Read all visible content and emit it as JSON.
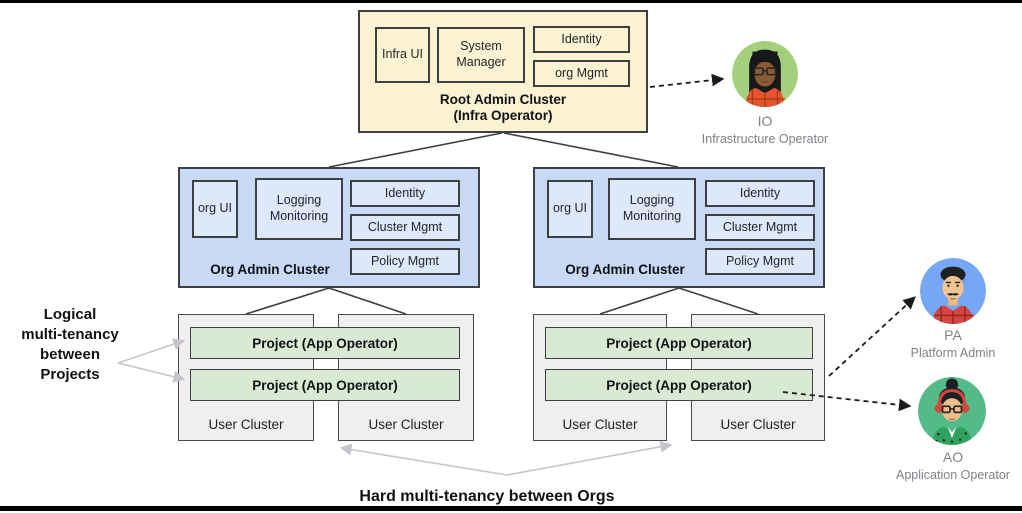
{
  "colors": {
    "root_cluster_fill": "#fbf2d2",
    "org_cluster_fill": "#c7d9f4",
    "org_component_fill": "#dee8fb",
    "project_fill": "#d9ead3",
    "user_cluster_fill": "#efefef",
    "io_avatar_bg": "#a4cf7c",
    "pa_avatar_bg": "#76a7f5",
    "ao_avatar_bg": "#53ba88",
    "border_dark": "#3c4043",
    "gray_arrow": "#c2c5c9",
    "persona_text": "#7e8287"
  },
  "root_cluster": {
    "title": "Root Admin Cluster",
    "subtitle": "(Infra Operator)",
    "components": {
      "infra_ui": "Infra UI",
      "system_manager": "System Manager",
      "identity": "Identity",
      "org_mgmt": "org Mgmt"
    }
  },
  "org_clusters": [
    {
      "title": "Org Admin Cluster",
      "components": {
        "org_ui": "org UI",
        "logging_monitoring": "Logging Monitoring",
        "identity": "Identity",
        "cluster_mgmt": "Cluster Mgmt",
        "policy_mgmt": "Policy Mgmt"
      }
    },
    {
      "title": "Org Admin Cluster",
      "components": {
        "org_ui": "org UI",
        "logging_monitoring": "Logging Monitoring",
        "identity": "Identity",
        "cluster_mgmt": "Cluster Mgmt",
        "policy_mgmt": "Policy Mgmt"
      }
    }
  ],
  "user_cluster_groups": [
    {
      "projects": [
        "Project (App Operator)",
        "Project (App Operator)"
      ],
      "user_clusters": [
        "User Cluster",
        "User Cluster"
      ]
    },
    {
      "projects": [
        "Project (App Operator)",
        "Project  (App Operator)"
      ],
      "user_clusters": [
        "User Cluster",
        "User Cluster"
      ]
    }
  ],
  "annotations": {
    "logical_lines": [
      "Logical",
      "multi-tenancy",
      "between",
      "Projects"
    ],
    "hard": "Hard multi-tenancy between Orgs"
  },
  "personas": [
    {
      "code": "IO",
      "role": "Infrastructure Operator"
    },
    {
      "code": "PA",
      "role": "Platform Admin"
    },
    {
      "code": "AO",
      "role": "Application Operator"
    }
  ]
}
